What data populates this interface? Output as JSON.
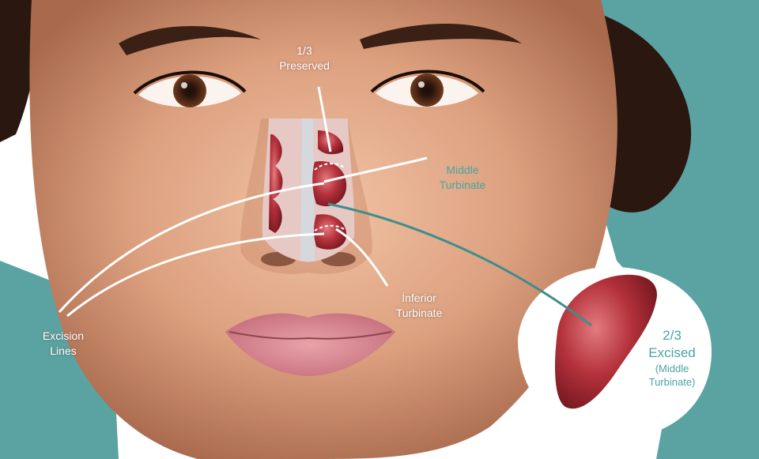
{
  "labels": {
    "preserved_fraction": "1/3",
    "preserved_word": "Preserved",
    "middle_turbinate_line1": "Middle",
    "middle_turbinate_line2": "Turbinate",
    "inferior_turbinate_line1": "İnferior",
    "inferior_turbinate_line2": "Turbinate",
    "excision_line1": "Excision",
    "excision_line2": "Lines",
    "excised_fraction": "2/3",
    "excised_word": "Excised",
    "excised_note_line1": "(Middle",
    "excised_note_line2": "Turbinate)"
  },
  "colors": {
    "background_teal": "#5aa3a2",
    "label_teal": "#4aa3a2",
    "skin": "#d9a07e",
    "tissue": "#b0303a"
  }
}
